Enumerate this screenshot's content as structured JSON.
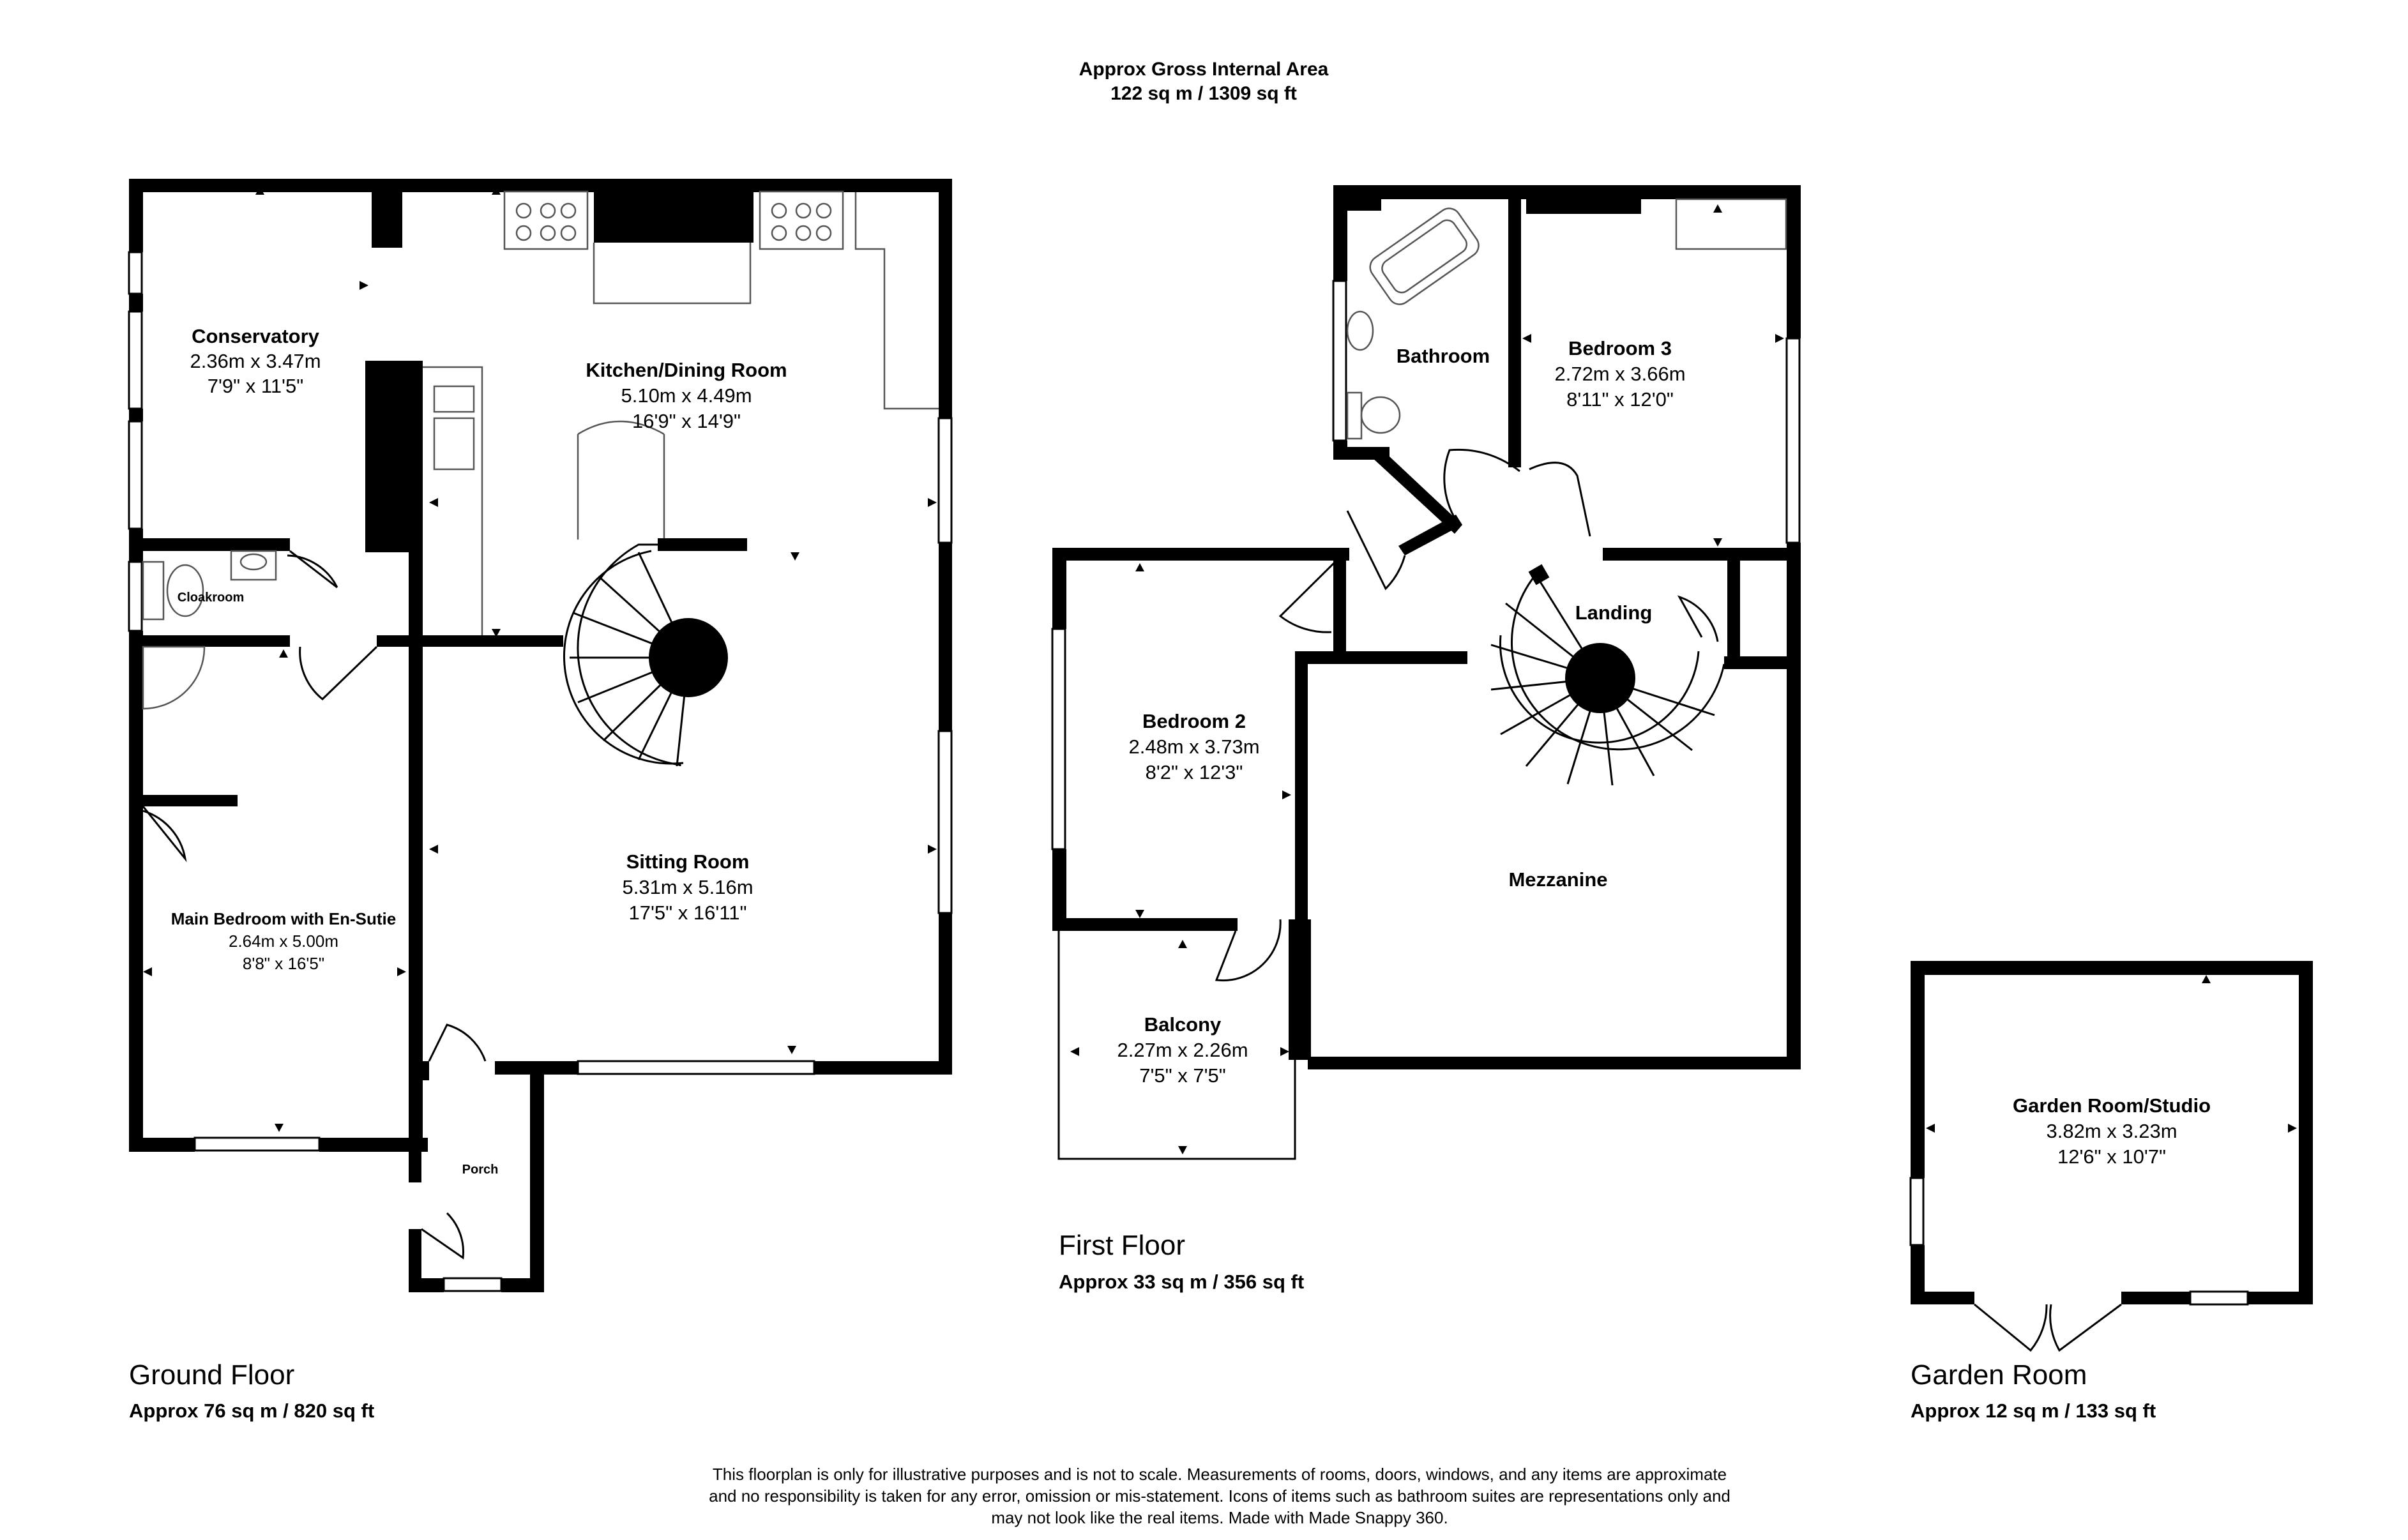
{
  "header": {
    "title": "Approx Gross Internal Area",
    "area": "122 sq m / 1309 sq ft"
  },
  "floors": {
    "ground": {
      "name": "Ground Floor",
      "area": "Approx 76 sq m / 820 sq ft"
    },
    "first": {
      "name": "First Floor",
      "area": "Approx 33 sq m / 356 sq ft"
    },
    "garden": {
      "name": "Garden Room",
      "area": "Approx 12 sq m / 133 sq ft"
    }
  },
  "rooms": {
    "conservatory": {
      "name": "Conservatory",
      "metric": "2.36m x 3.47m",
      "imperial": "7'9\" x 11'5\""
    },
    "kitchen": {
      "name": "Kitchen/Dining Room",
      "metric": "5.10m x 4.49m",
      "imperial": "16'9\" x 14'9\""
    },
    "cloakroom": {
      "name": "Cloakroom"
    },
    "sitting": {
      "name": "Sitting Room",
      "metric": "5.31m x 5.16m",
      "imperial": "17'5\" x 16'11\""
    },
    "main_bedroom": {
      "name": "Main Bedroom with En-Sutie",
      "metric": "2.64m x 5.00m",
      "imperial": "8'8\" x 16'5\""
    },
    "porch": {
      "name": "Porch"
    },
    "bathroom": {
      "name": "Bathroom"
    },
    "bedroom3": {
      "name": "Bedroom 3",
      "metric": "2.72m x 3.66m",
      "imperial": "8'11\" x 12'0\""
    },
    "landing": {
      "name": "Landing"
    },
    "bedroom2": {
      "name": "Bedroom 2",
      "metric": "2.48m x 3.73m",
      "imperial": "8'2\" x 12'3\""
    },
    "mezzanine": {
      "name": "Mezzanine"
    },
    "balcony": {
      "name": "Balcony",
      "metric": "2.27m x 2.26m",
      "imperial": "7'5\" x 7'5\""
    },
    "garden_room": {
      "name": "Garden Room/Studio",
      "metric": "3.82m x 3.23m",
      "imperial": "12'6\" x 10'7\""
    }
  },
  "disclaimer": {
    "line1": "This floorplan is only for illustrative purposes and is not to scale. Measurements of rooms, doors, windows, and any items are approximate",
    "line2": "and no responsibility is taken for any error, omission or mis-statement. Icons of items such as bathroom suites are representations only and",
    "line3": "may not look like the real items. Made with Made Snappy 360."
  },
  "colors": {
    "wall": "#000000",
    "background": "#ffffff",
    "fixture": "#555555"
  }
}
